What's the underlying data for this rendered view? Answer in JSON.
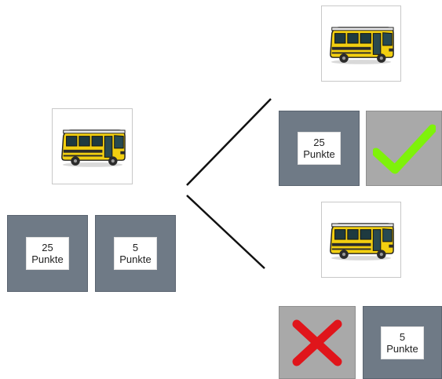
{
  "left_group": {
    "tile_a": {
      "value": "25",
      "unit": "Punkte"
    },
    "tile_b": {
      "value": "5",
      "unit": "Punkte"
    }
  },
  "upper_outcome": {
    "tile": {
      "value": "25",
      "unit": "Punkte"
    },
    "result_icon": "checkmark-icon",
    "result_color": "#7ef20a"
  },
  "lower_outcome": {
    "tile": {
      "value": "5",
      "unit": "Punkte"
    },
    "result_icon": "cross-icon",
    "result_color": "#e0151b"
  },
  "colors": {
    "tile": "#6f7a86",
    "result_tile": "#a9a9a9",
    "bus": "#f2cf10"
  }
}
